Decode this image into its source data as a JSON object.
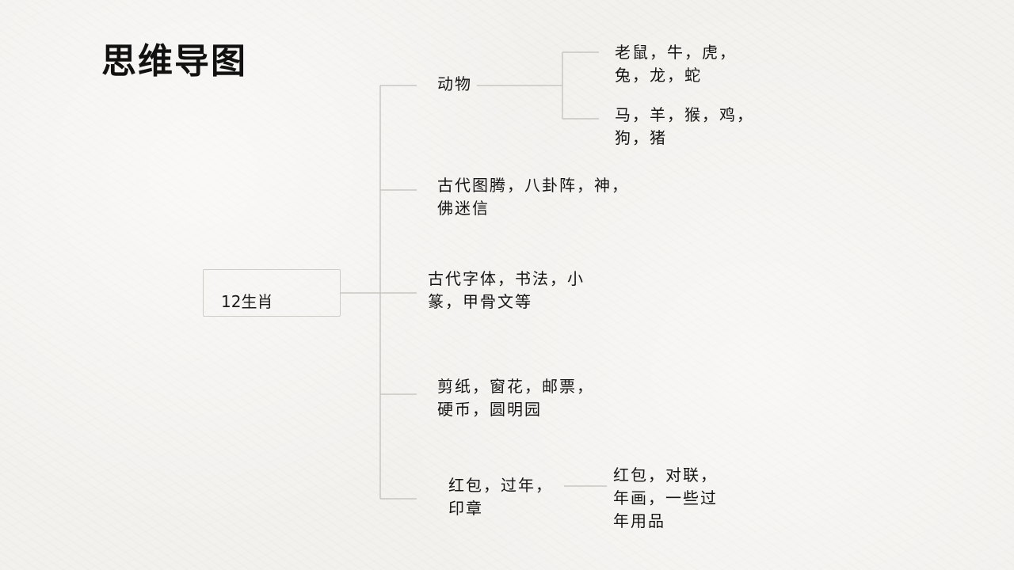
{
  "title": "思维导图",
  "root": {
    "label": "12生肖"
  },
  "branches": {
    "animals": {
      "label": "动物",
      "children": [
        {
          "lines": [
            "老鼠，牛，虎，",
            "兔，龙，蛇"
          ]
        },
        {
          "lines": [
            "马，羊，猴，鸡，",
            "狗，猪"
          ]
        }
      ]
    },
    "totem": {
      "lines": [
        "古代图腾，八卦阵，神，",
        "佛迷信"
      ]
    },
    "script": {
      "lines": [
        "古代字体，书法，小",
        "篆，甲骨文等"
      ]
    },
    "papercut": {
      "lines": [
        "剪纸，窗花，邮票，",
        "硬币，圆明园"
      ]
    },
    "newyear": {
      "lines": [
        "红包，过年，",
        "印章"
      ],
      "child": {
        "lines": [
          "红包，对联，",
          "年画，一些过",
          "年用品"
        ]
      }
    }
  },
  "colors": {
    "background": "#f3f1ee",
    "connector": "#c9c6c2",
    "text": "#151515"
  }
}
